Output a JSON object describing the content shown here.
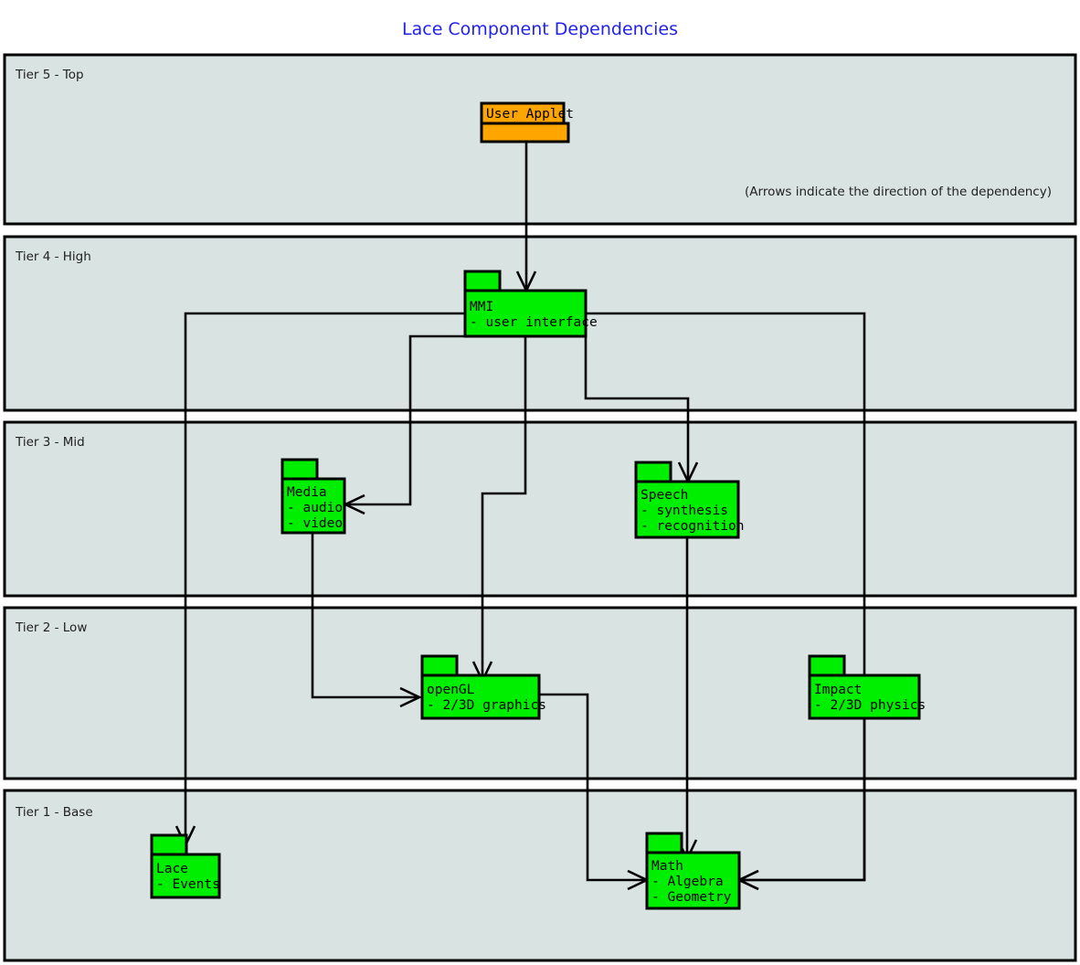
{
  "title": "Lace Component Dependencies",
  "note": "(Arrows indicate the direction of the dependency)",
  "colors": {
    "title": "#2222ee",
    "tier_fill": "#d9e3e2",
    "tier_stroke": "#000000",
    "package_fill": "#00ee00",
    "applet_fill": "#ffa500",
    "edge": "#000000",
    "text": "#000000"
  },
  "tiers": [
    {
      "id": "tier5",
      "label": "Tier 5 - Top"
    },
    {
      "id": "tier4",
      "label": "Tier 4 - High"
    },
    {
      "id": "tier3",
      "label": "Tier 3 - Mid"
    },
    {
      "id": "tier2",
      "label": "Tier 2 - Low"
    },
    {
      "id": "tier1",
      "label": "Tier 1 - Base"
    }
  ],
  "nodes": [
    {
      "id": "user-applet",
      "name": "User Applet",
      "tier": "Tier 5 - Top",
      "kind": "applet",
      "lines": [
        "User Applet"
      ]
    },
    {
      "id": "mmi",
      "name": "MMI",
      "tier": "Tier 4 - High",
      "kind": "package",
      "lines": [
        "MMI",
        "- user interface"
      ]
    },
    {
      "id": "media",
      "name": "Media",
      "tier": "Tier 3 - Mid",
      "kind": "package",
      "lines": [
        "Media",
        "- audio",
        "- video"
      ]
    },
    {
      "id": "speech",
      "name": "Speech",
      "tier": "Tier 3 - Mid",
      "kind": "package",
      "lines": [
        "Speech",
        "- synthesis",
        "- recognition"
      ]
    },
    {
      "id": "opengl",
      "name": "openGL",
      "tier": "Tier 2 - Low",
      "kind": "package",
      "lines": [
        "openGL",
        "- 2/3D graphics"
      ]
    },
    {
      "id": "impact",
      "name": "Impact",
      "tier": "Tier 2 - Low",
      "kind": "package",
      "lines": [
        "Impact",
        "- 2/3D physics"
      ]
    },
    {
      "id": "lace",
      "name": "Lace",
      "tier": "Tier 1 - Base",
      "kind": "package",
      "lines": [
        "Lace",
        "- Events"
      ]
    },
    {
      "id": "math",
      "name": "Math",
      "tier": "Tier 1 - Base",
      "kind": "package",
      "lines": [
        "Math",
        "- Algebra",
        "- Geometry"
      ]
    }
  ],
  "edges": [
    {
      "from": "User Applet",
      "to": "MMI"
    },
    {
      "from": "MMI",
      "to": "Lace"
    },
    {
      "from": "MMI",
      "to": "Media"
    },
    {
      "from": "MMI",
      "to": "openGL"
    },
    {
      "from": "MMI",
      "to": "Speech"
    },
    {
      "from": "MMI",
      "to": "Math"
    },
    {
      "from": "Media",
      "to": "openGL"
    },
    {
      "from": "Speech",
      "to": "Math"
    },
    {
      "from": "openGL",
      "to": "Math"
    },
    {
      "from": "Impact",
      "to": "Math"
    }
  ]
}
